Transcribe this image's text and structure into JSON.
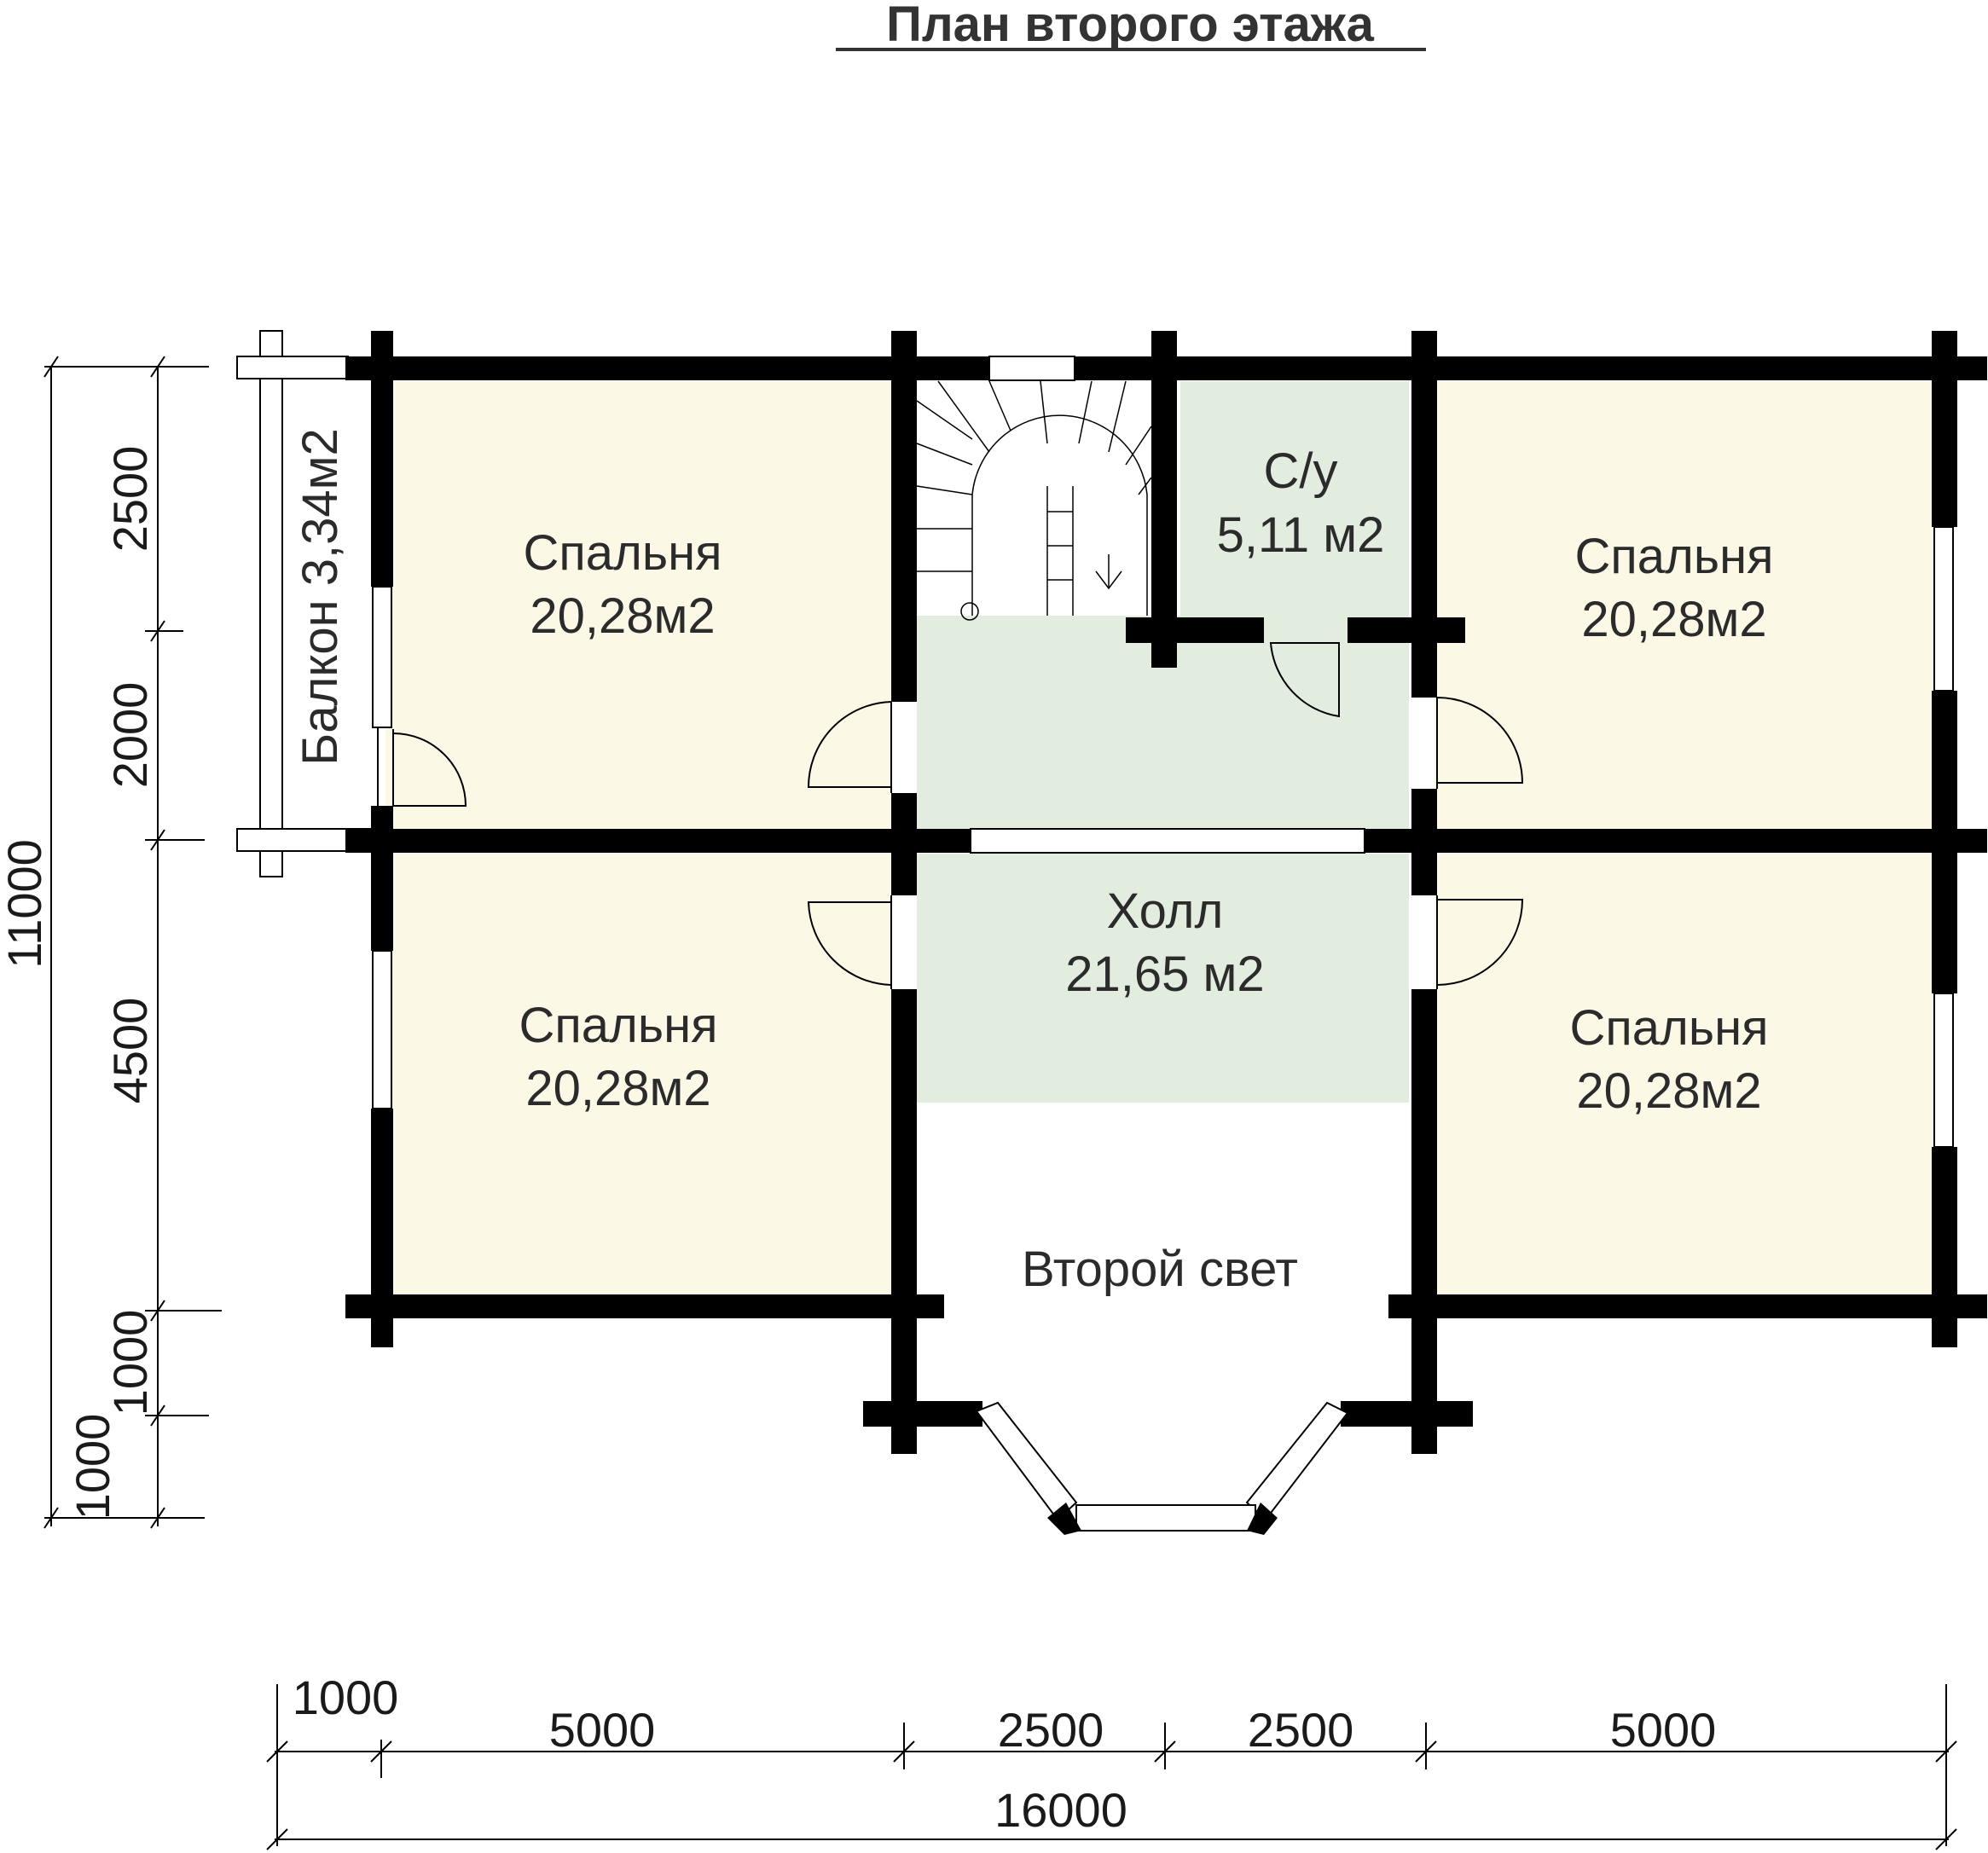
{
  "title": "План второго этажа",
  "colors": {
    "bedroom": "#fbf8e6",
    "hall": "#e2ecdf",
    "wall": "#000000",
    "text": "#2b2b2b"
  },
  "rooms": {
    "bedroom_top_left": {
      "name": "Спальня",
      "area": "20,28м2"
    },
    "bedroom_bottom_left": {
      "name": "Спальня",
      "area": "20,28м2"
    },
    "bedroom_top_right": {
      "name": "Спальня",
      "area": "20,28м2"
    },
    "bedroom_bottom_right": {
      "name": "Спальня",
      "area": "20,28м2"
    },
    "bathroom": {
      "name": "С/у",
      "area": "5,11 м2"
    },
    "hall": {
      "name": "Холл",
      "area": "21,65 м2"
    },
    "second_light": {
      "name": "Второй свет"
    },
    "balcony": {
      "label": "Балкон 3,34м2"
    }
  },
  "dimensions": {
    "left": {
      "total": "11000",
      "segments": [
        "2500",
        "2000",
        "4500",
        "1000",
        "1000"
      ]
    },
    "bottom": {
      "total": "16000",
      "segments": [
        "1000",
        "5000",
        "2500",
        "2500",
        "5000"
      ]
    }
  }
}
